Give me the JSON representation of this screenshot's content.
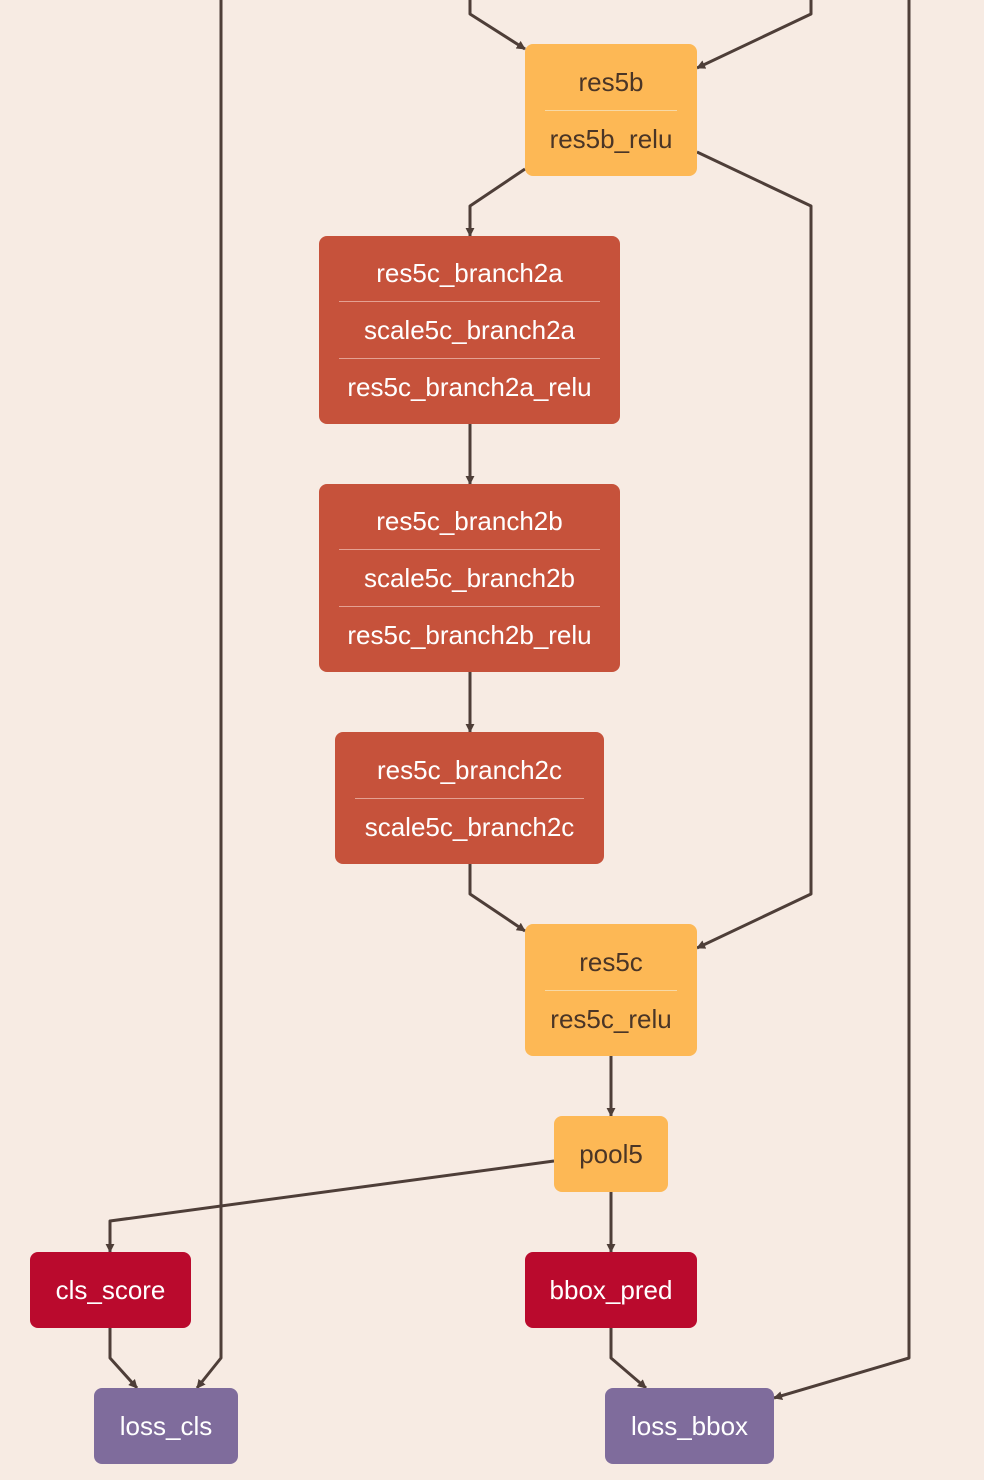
{
  "colors": {
    "background": "#f7ebe3",
    "edge": "#4e3e38",
    "orange": "#fdb855",
    "rust": "#c6523b",
    "crimson": "#ba0a2d",
    "purple": "#7f6c9c"
  },
  "nodes": {
    "res5b": {
      "layers": [
        "res5b",
        "res5b_relu"
      ]
    },
    "res5c_branch2a": {
      "layers": [
        "res5c_branch2a",
        "scale5c_branch2a",
        "res5c_branch2a_relu"
      ]
    },
    "res5c_branch2b": {
      "layers": [
        "res5c_branch2b",
        "scale5c_branch2b",
        "res5c_branch2b_relu"
      ]
    },
    "res5c_branch2c": {
      "layers": [
        "res5c_branch2c",
        "scale5c_branch2c"
      ]
    },
    "res5c": {
      "layers": [
        "res5c",
        "res5c_relu"
      ]
    },
    "pool5": {
      "layers": [
        "pool5"
      ]
    },
    "cls_score": {
      "layers": [
        "cls_score"
      ]
    },
    "bbox_pred": {
      "layers": [
        "bbox_pred"
      ]
    },
    "loss_cls": {
      "layers": [
        "loss_cls"
      ]
    },
    "loss_bbox": {
      "layers": [
        "loss_bbox"
      ]
    }
  }
}
